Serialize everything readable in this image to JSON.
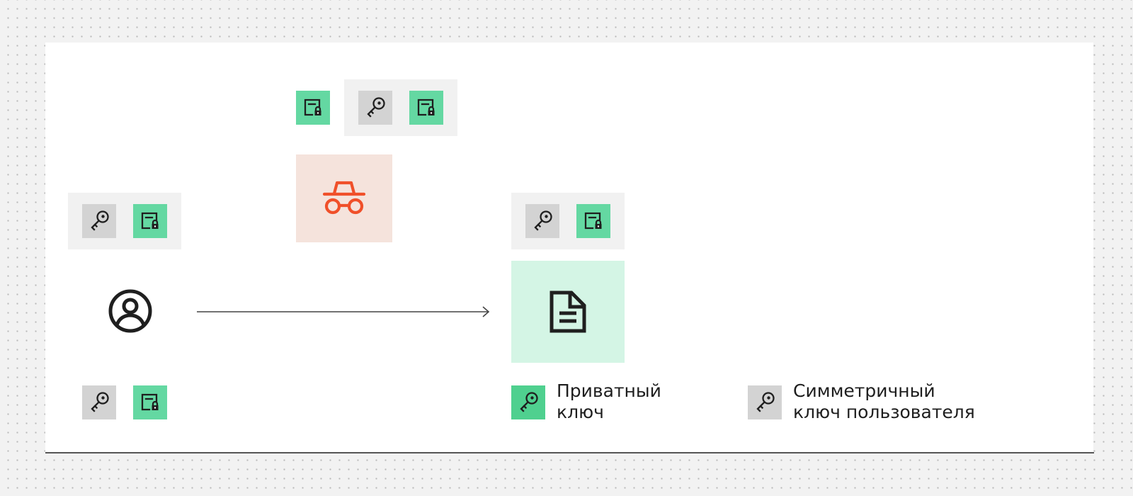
{
  "colors": {
    "sym_key_tile": "#d3d3d3",
    "encrypted_key_tile": "#64d8a2",
    "private_key_tile": "#4fd08f",
    "attacker_bg": "#f5e3dc",
    "attacker_icon": "#f0502a",
    "document_bg": "#d4f5e5",
    "tray_bg": "#f1f1f1",
    "icon_dark": "#1f1f1f"
  },
  "icons": {
    "user": "user-circle-icon",
    "attacker": "spy-icon",
    "document": "document-icon",
    "symmetric_key": "key-icon",
    "encrypted_key": "locked-key-file-icon"
  },
  "legend": {
    "private_key": {
      "line1": "Приватный",
      "line2": "ключ"
    },
    "symmetric_key": {
      "line1": "Симметричный",
      "line2": "ключ пользователя"
    }
  }
}
